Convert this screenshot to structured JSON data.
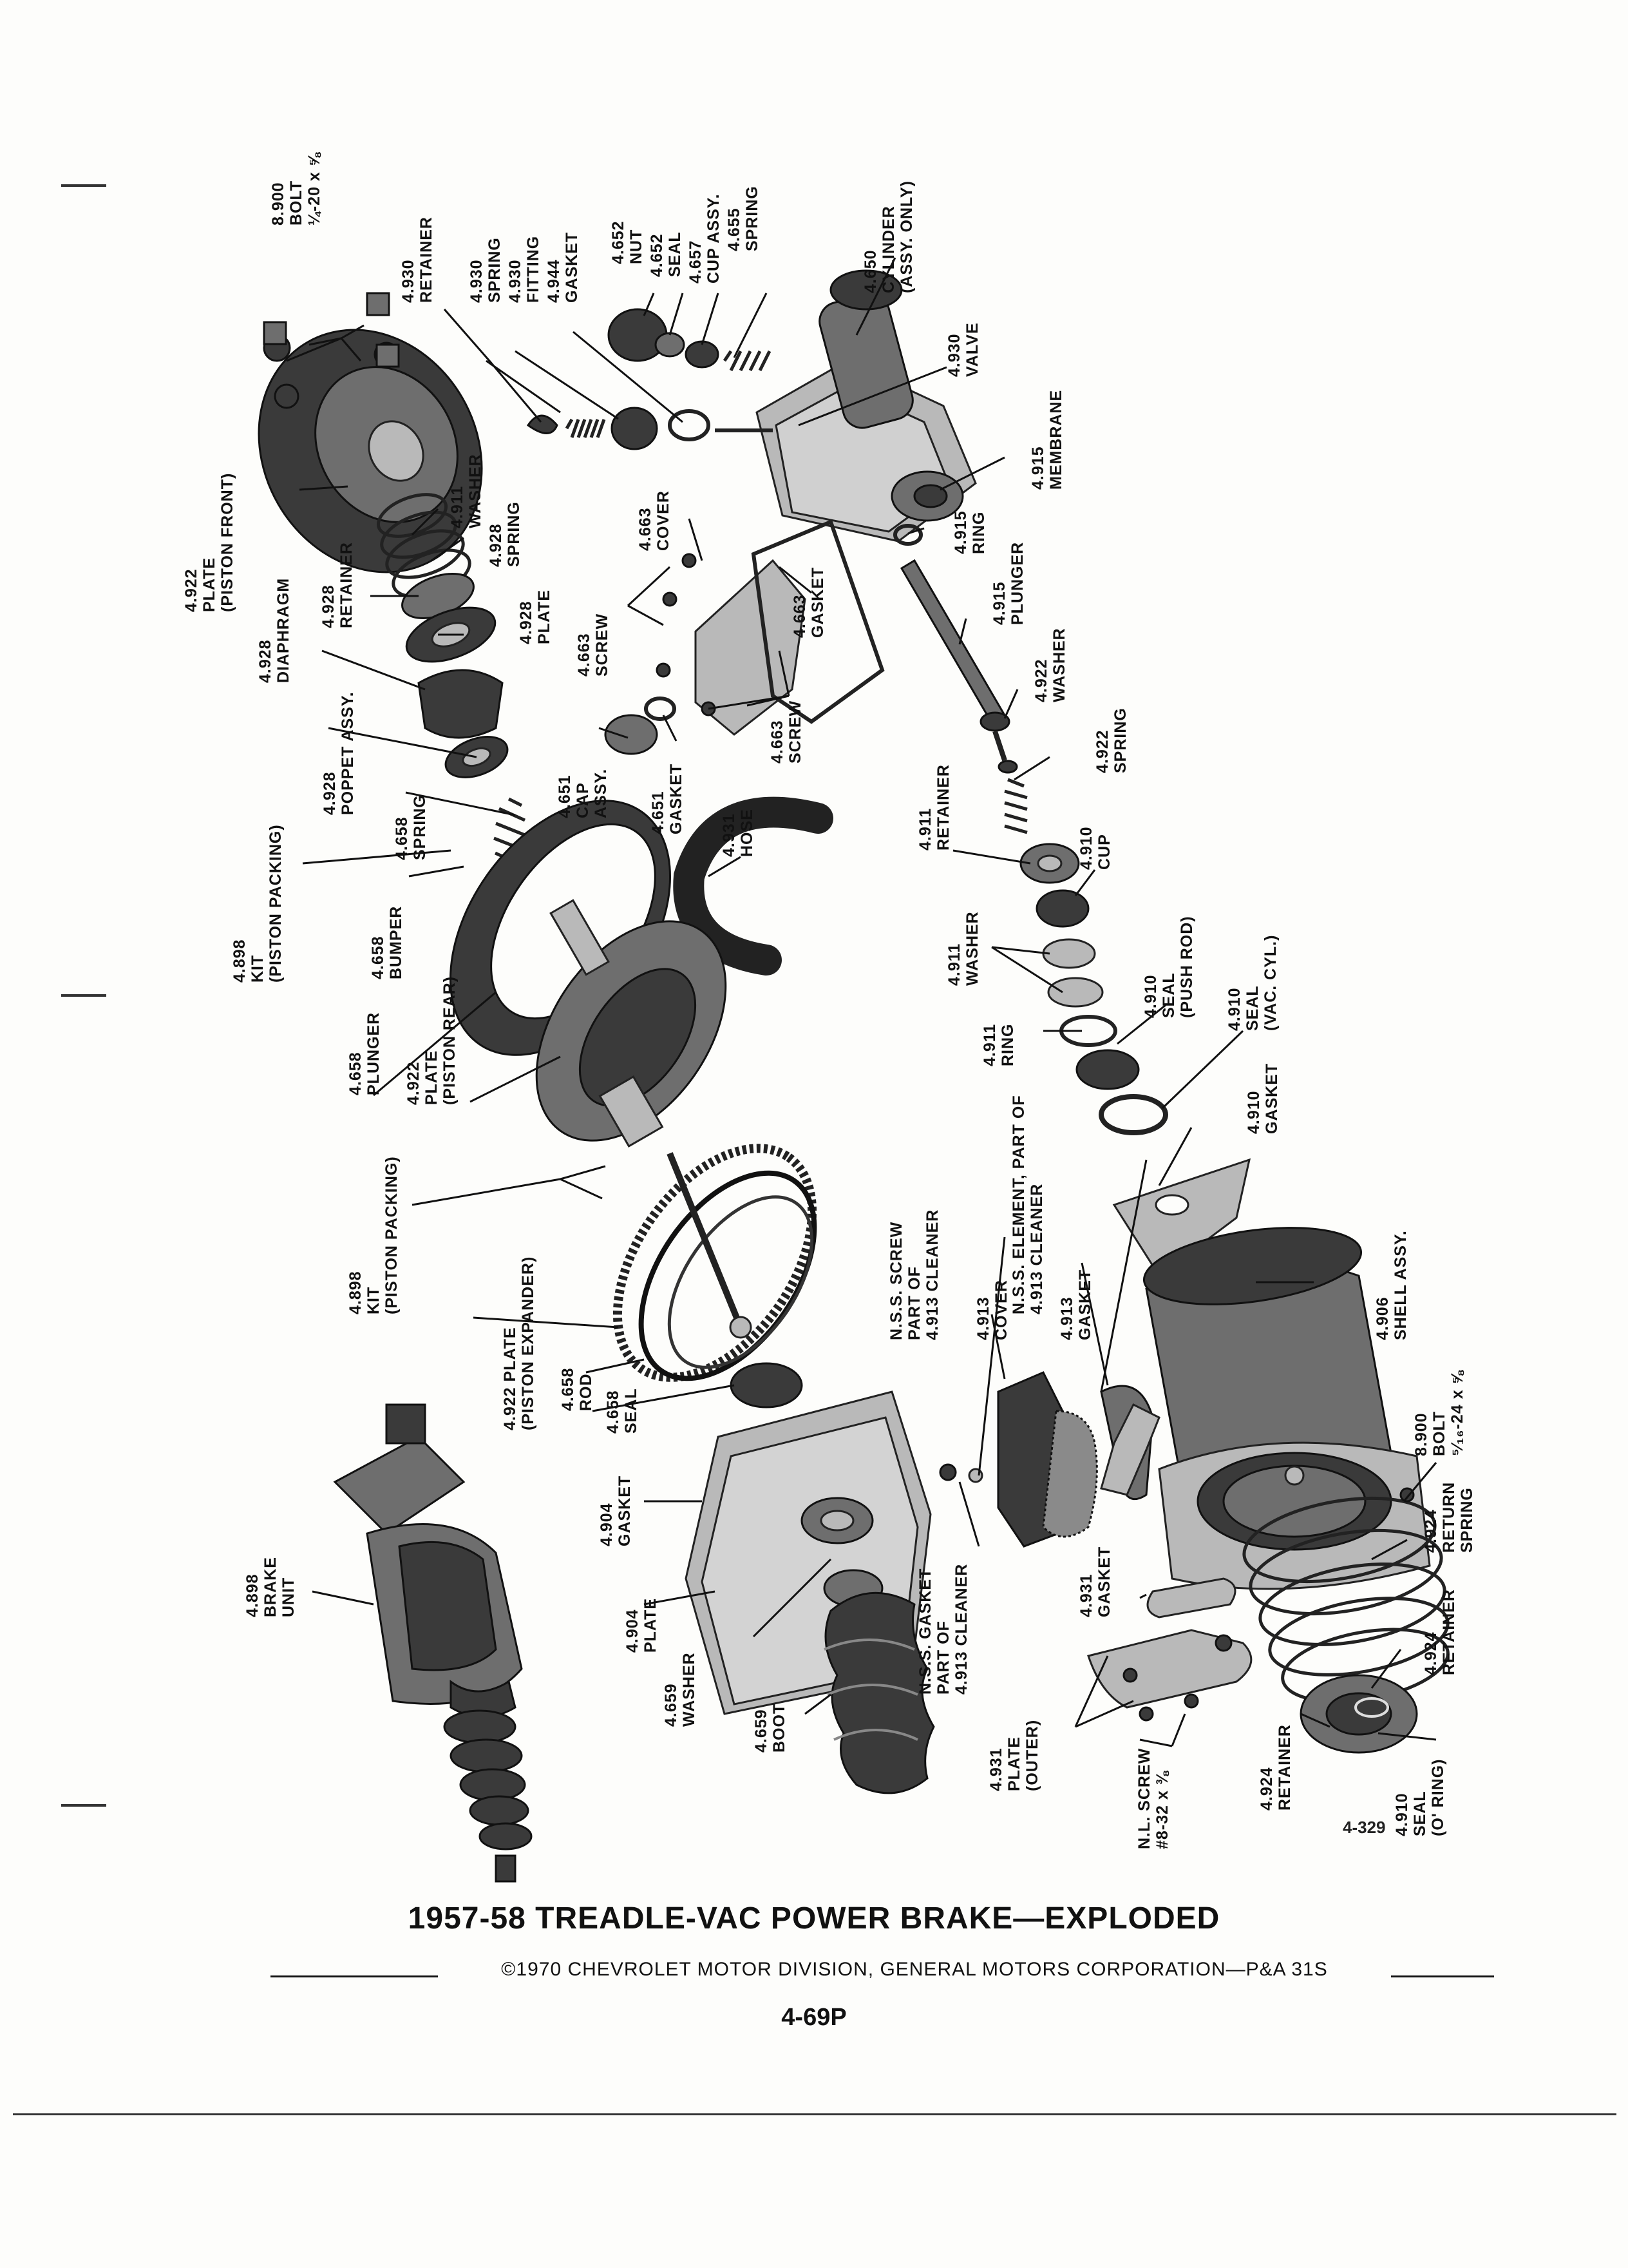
{
  "figure_id": "4-329",
  "title": "1957-58 TREADLE-VAC POWER BRAKE—EXPLODED",
  "copyright": "©1970 CHEVROLET MOTOR DIVISION, GENERAL MOTORS CORPORATION—P&A 31S",
  "page_number": "4-69P",
  "callouts": [
    {
      "id": "c01",
      "lines": [
        "8.900",
        "BOLT",
        "¼-20 x ⅝"
      ]
    },
    {
      "id": "c02",
      "lines": [
        "4.930",
        "RETAINER"
      ]
    },
    {
      "id": "c03",
      "lines": [
        "4.930",
        "SPRING"
      ]
    },
    {
      "id": "c04",
      "lines": [
        "4.930",
        "FITTING"
      ]
    },
    {
      "id": "c05",
      "lines": [
        "4.944",
        "GASKET"
      ]
    },
    {
      "id": "c06",
      "lines": [
        "4.652",
        "NUT"
      ]
    },
    {
      "id": "c07",
      "lines": [
        "4.652",
        "SEAL"
      ]
    },
    {
      "id": "c08",
      "lines": [
        "4.657",
        "CUP ASSY."
      ]
    },
    {
      "id": "c09",
      "lines": [
        "4.655",
        "SPRING"
      ]
    },
    {
      "id": "c10",
      "lines": [
        "4.650",
        "CYLINDER",
        "(ASSY. ONLY)"
      ]
    },
    {
      "id": "c11",
      "lines": [
        "4.930",
        "VALVE"
      ]
    },
    {
      "id": "c12",
      "lines": [
        "4.915",
        "MEMBRANE"
      ]
    },
    {
      "id": "c13",
      "lines": [
        "4.922",
        "PLATE",
        "(PISTON FRONT)"
      ]
    },
    {
      "id": "c14",
      "lines": [
        "4.911",
        "WASHER"
      ]
    },
    {
      "id": "c15",
      "lines": [
        "4.928",
        "SPRING"
      ]
    },
    {
      "id": "c16",
      "lines": [
        "4.663",
        "COVER"
      ]
    },
    {
      "id": "c17",
      "lines": [
        "4.915",
        "RING"
      ]
    },
    {
      "id": "c18",
      "lines": [
        "4.928",
        "RETAINER"
      ]
    },
    {
      "id": "c19",
      "lines": [
        "4.928",
        "PLATE"
      ]
    },
    {
      "id": "c20",
      "lines": [
        "4.663",
        "SCREW"
      ]
    },
    {
      "id": "c21",
      "lines": [
        "4.663",
        "GASKET"
      ]
    },
    {
      "id": "c22",
      "lines": [
        "4.915",
        "PLUNGER"
      ]
    },
    {
      "id": "c23",
      "lines": [
        "4.928",
        "DIAPHRAGM"
      ]
    },
    {
      "id": "c24",
      "lines": [
        "4.922",
        "WASHER"
      ]
    },
    {
      "id": "c25",
      "lines": [
        "4.663",
        "SCREW"
      ]
    },
    {
      "id": "c26",
      "lines": [
        "4.928",
        "POPPET ASSY."
      ]
    },
    {
      "id": "c27",
      "lines": [
        "4.651",
        "CAP",
        "ASSY."
      ]
    },
    {
      "id": "c28",
      "lines": [
        "4.922",
        "SPRING"
      ]
    },
    {
      "id": "c29",
      "lines": [
        "4.658",
        "SPRING"
      ]
    },
    {
      "id": "c30",
      "lines": [
        "4.651",
        "GASKET"
      ]
    },
    {
      "id": "c31",
      "lines": [
        "4.931",
        "HOSE"
      ]
    },
    {
      "id": "c32",
      "lines": [
        "4.911",
        "RETAINER"
      ]
    },
    {
      "id": "c33",
      "lines": [
        "4.910",
        "CUP"
      ]
    },
    {
      "id": "c34",
      "lines": [
        "4.898",
        "KIT",
        "(PISTON PACKING)"
      ]
    },
    {
      "id": "c35",
      "lines": [
        "4.658",
        "BUMPER"
      ]
    },
    {
      "id": "c36",
      "lines": [
        "4.911",
        "WASHER"
      ]
    },
    {
      "id": "c37",
      "lines": [
        "4.910",
        "SEAL",
        "(PUSH ROD)"
      ]
    },
    {
      "id": "c38",
      "lines": [
        "4.658",
        "PLUNGER"
      ]
    },
    {
      "id": "c39",
      "lines": [
        "4.922",
        "PLATE",
        "(PISTON REAR)"
      ]
    },
    {
      "id": "c40",
      "lines": [
        "4.911",
        "RING"
      ]
    },
    {
      "id": "c41",
      "lines": [
        "4.910",
        "SEAL",
        "(VAC. CYL.)"
      ]
    },
    {
      "id": "c42",
      "lines": [
        "4.910",
        "GASKET"
      ]
    },
    {
      "id": "c43",
      "lines": [
        "4.898",
        "KIT",
        "(PISTON PACKING)"
      ]
    },
    {
      "id": "c44",
      "lines": [
        "N.S.S. ELEMENT, PART OF",
        "4.913 CLEANER"
      ]
    },
    {
      "id": "c45",
      "lines": [
        "N.S.S. SCREW",
        "PART OF",
        "4.913 CLEANER"
      ]
    },
    {
      "id": "c46",
      "lines": [
        "4.913",
        "COVER"
      ]
    },
    {
      "id": "c47",
      "lines": [
        "4.913",
        "GASKET"
      ]
    },
    {
      "id": "c48",
      "lines": [
        "4.906",
        "SHELL ASSY."
      ]
    },
    {
      "id": "c49",
      "lines": [
        "4.922 PLATE",
        "(PISTON EXPANDER)"
      ]
    },
    {
      "id": "c50",
      "lines": [
        "4.658",
        "ROD"
      ]
    },
    {
      "id": "c51",
      "lines": [
        "4.658",
        "SEAL"
      ]
    },
    {
      "id": "c52",
      "lines": [
        "8.900",
        "BOLT",
        "⁵⁄₁₆-24 x ⅝"
      ]
    },
    {
      "id": "c53",
      "lines": [
        "4.904",
        "GASKET"
      ]
    },
    {
      "id": "c54",
      "lines": [
        "4.924",
        "RETURN",
        "SPRING"
      ]
    },
    {
      "id": "c55",
      "lines": [
        "4.898",
        "BRAKE",
        "UNIT"
      ]
    },
    {
      "id": "c56",
      "lines": [
        "4.904",
        "PLATE"
      ]
    },
    {
      "id": "c57",
      "lines": [
        "4.931",
        "GASKET"
      ]
    },
    {
      "id": "c58",
      "lines": [
        "4.924",
        "RETAINER"
      ]
    },
    {
      "id": "c59",
      "lines": [
        "4.659",
        "WASHER"
      ]
    },
    {
      "id": "c60",
      "lines": [
        "N.S.S. GASKET",
        "PART OF",
        "4.913 CLEANER"
      ]
    },
    {
      "id": "c61",
      "lines": [
        "4.659",
        "BOOT"
      ]
    },
    {
      "id": "c62",
      "lines": [
        "4.931",
        "PLATE",
        "(OUTER)"
      ]
    },
    {
      "id": "c63",
      "lines": [
        "N.L. SCREW",
        "#8-32 x ⅜"
      ]
    },
    {
      "id": "c64",
      "lines": [
        "4.924",
        "RETAINER"
      ]
    },
    {
      "id": "c65",
      "lines": [
        "4.910",
        "SEAL",
        "(O' RING)"
      ]
    }
  ]
}
